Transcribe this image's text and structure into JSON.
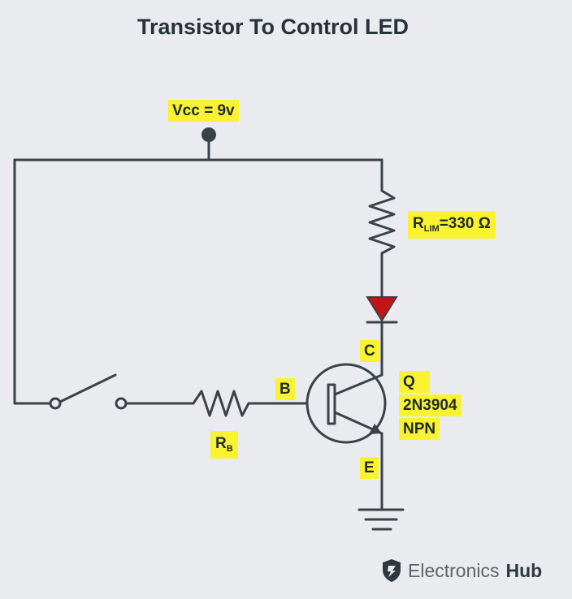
{
  "title": "Transistor To Control LED",
  "labels": {
    "vcc": "Vcc = 9v",
    "rlim_main": "R",
    "rlim_sub": "LIM",
    "rlim_value": "=330 Ω",
    "collector": "C",
    "base": "B",
    "emitter": "E",
    "transistor_name": "Q",
    "transistor_part": "2N3904",
    "transistor_type": "NPN",
    "rb_main": "R",
    "rb_sub": "B"
  },
  "logo": {
    "brand": "Electronics",
    "suffix": "Hub"
  },
  "colors": {
    "wire": "#3a4249",
    "led": "#c31414",
    "highlight": "#f8f231",
    "background": "#e9ebee"
  }
}
